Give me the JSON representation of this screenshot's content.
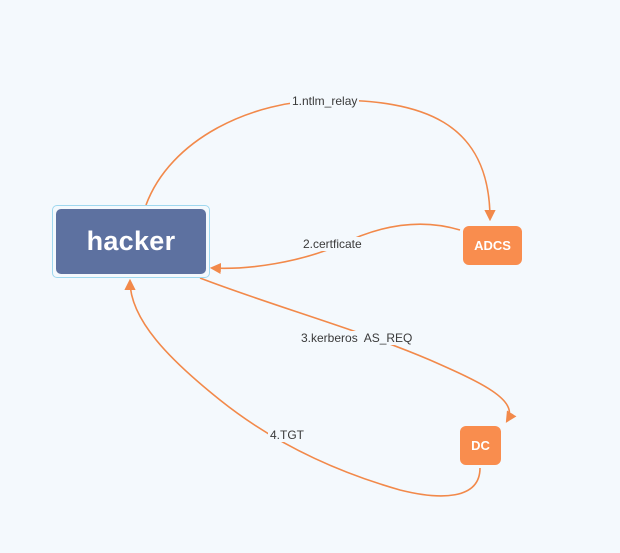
{
  "nodes": {
    "hacker": "hacker",
    "adcs": "ADCS",
    "dc": "DC"
  },
  "edges": {
    "e1": "1.ntlm_relay",
    "e2": "2.certficate",
    "e3": "3.kerberos  AS_REQ",
    "e4": "4.TGT"
  },
  "colors": {
    "background": "#f4f9fd",
    "hacker_fill": "#5d71a0",
    "hacker_outline": "#9fd8ef",
    "node_fill": "#f98d4e",
    "edge_stroke": "#f2894a",
    "label_text": "#3a3a3a"
  }
}
